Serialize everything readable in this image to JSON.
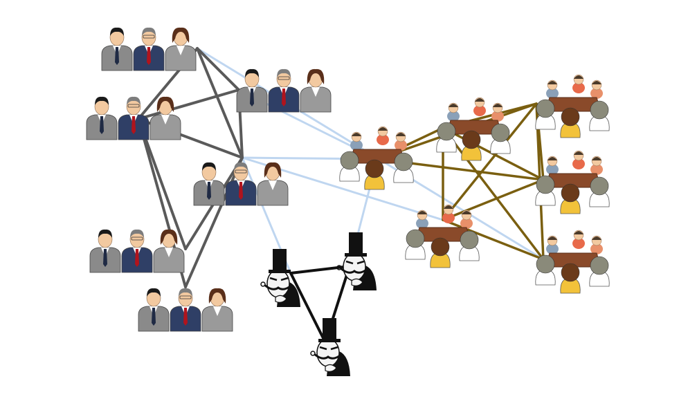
{
  "diagram": {
    "background": "#ffffff",
    "colors": {
      "business_link": "#5a5a5a",
      "light_link": "#bfd6f0",
      "meeting_link": "#7a5f10",
      "villain_link": "#111111",
      "suit_gray": "#8a8a8a",
      "suit_navy": "#2f3f66",
      "tie_red": "#b0141d",
      "skin": "#f2c9a0",
      "table_brown": "#8a4a2a"
    },
    "nodes": [
      {
        "id": "biz1",
        "kind": "business-group",
        "icon": "three-business-people-icon"
      },
      {
        "id": "biz2",
        "kind": "business-group",
        "icon": "three-business-people-icon"
      },
      {
        "id": "biz3",
        "kind": "business-group",
        "icon": "three-business-people-icon"
      },
      {
        "id": "biz4",
        "kind": "business-group",
        "icon": "three-business-people-icon"
      },
      {
        "id": "biz5",
        "kind": "business-group",
        "icon": "three-business-people-icon"
      },
      {
        "id": "biz6",
        "kind": "business-group",
        "icon": "three-business-people-icon"
      },
      {
        "id": "mtg1",
        "kind": "meeting",
        "icon": "meeting-table-icon"
      },
      {
        "id": "mtg2",
        "kind": "meeting",
        "icon": "meeting-table-icon"
      },
      {
        "id": "mtg3",
        "kind": "meeting",
        "icon": "meeting-table-icon"
      },
      {
        "id": "mtg4",
        "kind": "meeting",
        "icon": "meeting-table-icon"
      },
      {
        "id": "mtg5",
        "kind": "meeting",
        "icon": "meeting-table-icon"
      },
      {
        "id": "mtg6",
        "kind": "meeting",
        "icon": "meeting-table-icon"
      },
      {
        "id": "vil1",
        "kind": "villain",
        "icon": "top-hat-villain-icon"
      },
      {
        "id": "vil2",
        "kind": "villain",
        "icon": "top-hat-villain-icon"
      },
      {
        "id": "vil3",
        "kind": "villain",
        "icon": "top-hat-villain-icon"
      }
    ],
    "edges": [
      {
        "from": "biz1",
        "to": "biz3",
        "style": "business"
      },
      {
        "from": "biz1",
        "to": "biz2",
        "style": "business"
      },
      {
        "from": "biz1",
        "to": "biz4",
        "style": "business"
      },
      {
        "from": "biz2",
        "to": "biz3",
        "style": "business"
      },
      {
        "from": "biz2",
        "to": "biz4",
        "style": "business"
      },
      {
        "from": "biz2",
        "to": "biz5",
        "style": "business"
      },
      {
        "from": "biz2",
        "to": "biz6",
        "style": "business"
      },
      {
        "from": "biz3",
        "to": "biz4",
        "style": "business"
      },
      {
        "from": "biz4",
        "to": "biz5",
        "style": "business"
      },
      {
        "from": "biz4",
        "to": "biz6",
        "style": "business"
      },
      {
        "from": "biz1",
        "to": "mtg6",
        "style": "light"
      },
      {
        "from": "biz3",
        "to": "mtg1",
        "style": "light"
      },
      {
        "from": "biz4",
        "to": "mtg1",
        "style": "light"
      },
      {
        "from": "biz4",
        "to": "vil1",
        "style": "light"
      },
      {
        "from": "biz4",
        "to": "mtg4",
        "style": "light"
      },
      {
        "from": "mtg1",
        "to": "vil2",
        "style": "light"
      },
      {
        "from": "mtg1",
        "to": "mtg2",
        "style": "meeting"
      },
      {
        "from": "mtg1",
        "to": "mtg3",
        "style": "meeting"
      },
      {
        "from": "mtg1",
        "to": "mtg5",
        "style": "meeting"
      },
      {
        "from": "mtg2",
        "to": "mtg3",
        "style": "meeting"
      },
      {
        "from": "mtg2",
        "to": "mtg4",
        "style": "meeting"
      },
      {
        "from": "mtg2",
        "to": "mtg6",
        "style": "meeting"
      },
      {
        "from": "mtg2",
        "to": "mtg5",
        "style": "meeting"
      },
      {
        "from": "mtg3",
        "to": "mtg4",
        "style": "meeting"
      },
      {
        "from": "mtg3",
        "to": "mtg6",
        "style": "meeting"
      },
      {
        "from": "mtg4",
        "to": "mtg6",
        "style": "meeting"
      },
      {
        "from": "mtg4",
        "to": "mtg5",
        "style": "meeting"
      },
      {
        "from": "mtg3",
        "to": "mtg5",
        "style": "meeting"
      },
      {
        "from": "vil1",
        "to": "vil2",
        "style": "villain"
      },
      {
        "from": "vil2",
        "to": "vil3",
        "style": "villain"
      },
      {
        "from": "vil1",
        "to": "vil3",
        "style": "villain"
      }
    ]
  }
}
